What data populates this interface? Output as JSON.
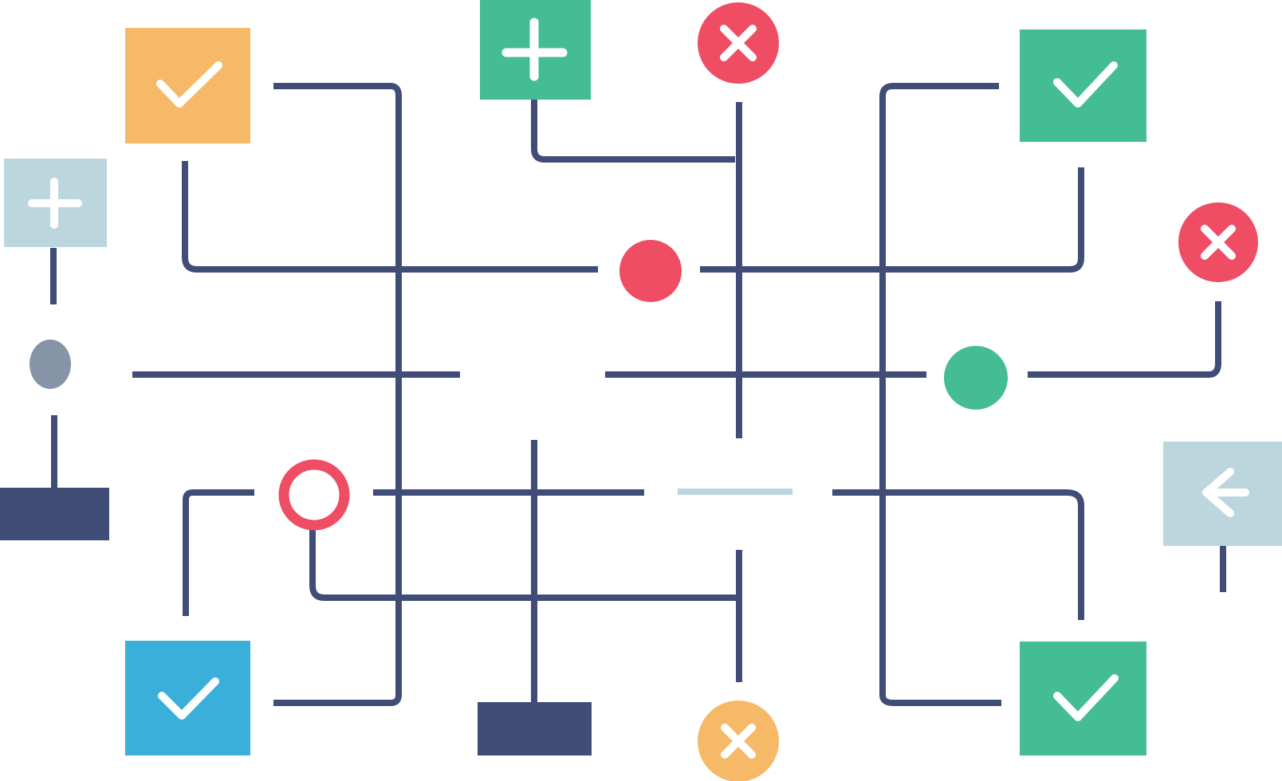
{
  "colors": {
    "line": "#3f4d77",
    "line_light": "#bcd6de",
    "orange": "#f5b968",
    "green": "#44bd95",
    "red": "#ee4d64",
    "blue": "#3aafd9",
    "pale_blue": "#bcd6de",
    "grey": "#8694a8",
    "navy": "#3f4d77",
    "white": "#ffffff"
  },
  "nodes": [
    {
      "id": "check-box-orange",
      "kind": "square",
      "icon": "check-icon",
      "fill": "orange"
    },
    {
      "id": "plus-box-pale-left",
      "kind": "square",
      "icon": "plus-icon",
      "fill": "pale_blue"
    },
    {
      "id": "plus-box-green-top",
      "kind": "square",
      "icon": "plus-icon",
      "fill": "green"
    },
    {
      "id": "x-circle-red-top",
      "kind": "circle",
      "icon": "x-icon",
      "fill": "red"
    },
    {
      "id": "check-box-green-top-right",
      "kind": "square",
      "icon": "check-icon",
      "fill": "green"
    },
    {
      "id": "x-circle-red-right",
      "kind": "circle",
      "icon": "x-icon",
      "fill": "red"
    },
    {
      "id": "dot-red-center",
      "kind": "dot",
      "fill": "red"
    },
    {
      "id": "dot-grey-left",
      "kind": "dot",
      "fill": "grey"
    },
    {
      "id": "dot-green-right",
      "kind": "dot",
      "fill": "green"
    },
    {
      "id": "ring-red-left",
      "kind": "ring",
      "fill": "red"
    },
    {
      "id": "arrow-box-pale-right",
      "kind": "square",
      "icon": "arrow-left-icon",
      "fill": "pale_blue"
    },
    {
      "id": "block-navy-left",
      "kind": "block",
      "fill": "navy"
    },
    {
      "id": "block-navy-bottom",
      "kind": "block",
      "fill": "navy"
    },
    {
      "id": "check-box-blue",
      "kind": "square",
      "icon": "check-icon",
      "fill": "blue"
    },
    {
      "id": "x-circle-orange-bottom",
      "kind": "circle",
      "icon": "x-icon",
      "fill": "orange"
    },
    {
      "id": "check-box-green-bottom-right",
      "kind": "square",
      "icon": "check-icon",
      "fill": "green"
    }
  ],
  "connectors": 22
}
